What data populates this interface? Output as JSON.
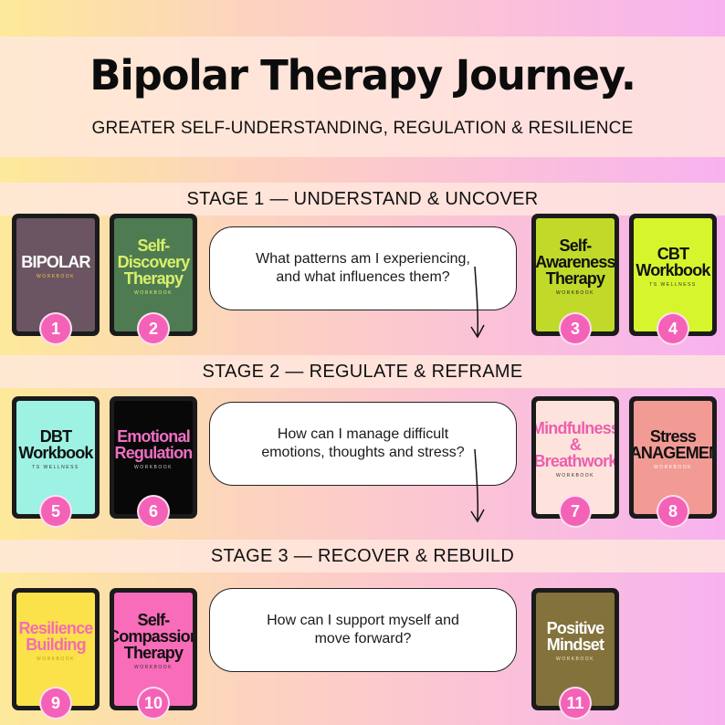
{
  "header": {
    "title": "Bipolar Therapy Journey.",
    "subtitle": "GREATER SELF-UNDERSTANDING, REGULATION & RESILIENCE"
  },
  "stages": [
    {
      "label": "STAGE 1 — UNDERSTAND & UNCOVER",
      "question": "What patterns am I experiencing, and what influences them?"
    },
    {
      "label": "STAGE 2 — REGULATE & REFRAME",
      "question": "How can I manage difficult emotions, thoughts and stress?"
    },
    {
      "label": "STAGE 3 — RECOVER & REBUILD",
      "question": "How can I support myself and move forward?"
    }
  ],
  "workbooks": [
    {
      "number": "1",
      "title": "BIPOLAR",
      "subtitle": "WORKBOOK",
      "bg": "#6b5562",
      "fg": "#ffffff",
      "sub_color": "#f2c84b"
    },
    {
      "number": "2",
      "title": "Self-Discovery Therapy",
      "subtitle": "WORKBOOK",
      "bg": "#4f7b52",
      "fg": "#d9f06a",
      "sub_color": "#d9f06a"
    },
    {
      "number": "3",
      "title": "Self-Awareness Therapy",
      "subtitle": "WORKBOOK",
      "bg": "#c1da2a",
      "fg": "#111111",
      "sub_color": "#222222"
    },
    {
      "number": "4",
      "title": "CBT Workbook",
      "subtitle": "TS WELLNESS",
      "bg": "#d7f52d",
      "fg": "#111111",
      "sub_color": "#333333"
    },
    {
      "number": "5",
      "title": "DBT Workbook",
      "subtitle": "TS WELLNESS",
      "bg": "#9df2e3",
      "fg": "#111111",
      "sub_color": "#333333"
    },
    {
      "number": "6",
      "title": "Emotional Regulation",
      "subtitle": "WORKBOOK",
      "bg": "#080808",
      "fg": "#ee6fc3",
      "sub_color": "#cccccc"
    },
    {
      "number": "7",
      "title": "Mindfulness & Breathwork",
      "subtitle": "WORKBOOK",
      "bg": "#fde3db",
      "fg": "#ec5fae",
      "sub_color": "#333333"
    },
    {
      "number": "8",
      "title": "Stress MANAGEMENT",
      "subtitle": "WORKBOOK",
      "bg": "#f29a94",
      "fg": "#111111",
      "sub_color": "#ffffff"
    },
    {
      "number": "9",
      "title": "Resilience Building",
      "subtitle": "WORKBOOK",
      "bg": "#fbe24a",
      "fg": "#f46cb3",
      "sub_color": "#bba000"
    },
    {
      "number": "10",
      "title": "Self-Compassion Therapy",
      "subtitle": "WORKBOOK",
      "bg": "#f86cb9",
      "fg": "#111111",
      "sub_color": "#333333"
    },
    {
      "number": "11",
      "title": "Positive Mindset",
      "subtitle": "WORKBOOK",
      "bg": "#84723c",
      "fg": "#ffffff",
      "sub_color": "#f2e6c4"
    }
  ]
}
